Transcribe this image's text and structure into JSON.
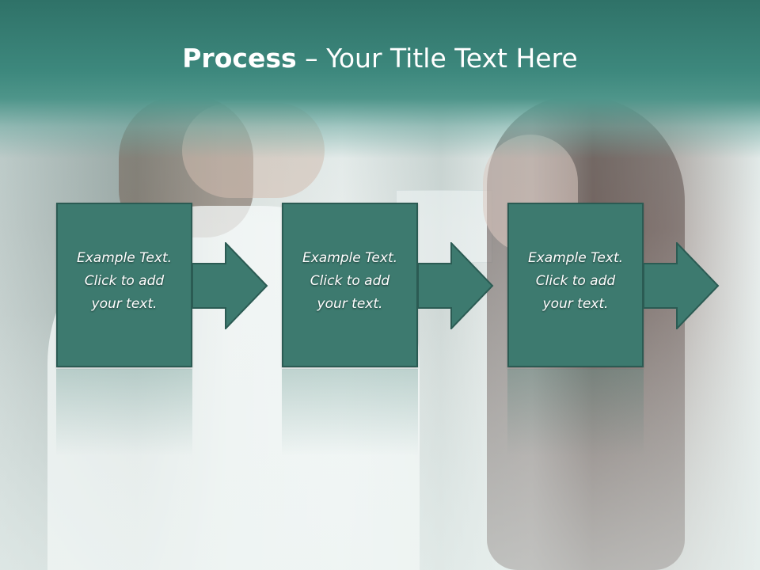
{
  "slide": {
    "title_bold": "Process",
    "title_rest": " – Your Title Text Here"
  },
  "steps": [
    {
      "text": "Example Text.\nClick  to add\nyour text."
    },
    {
      "text": "Example Text.\nClick  to add\nyour text."
    },
    {
      "text": "Example Text.\nClick  to add\nyour text."
    }
  ],
  "colors": {
    "title_band": "#3d887d",
    "box_fill": "#3d7a6f",
    "box_border": "#2b5b53",
    "text": "#ffffff"
  },
  "icons": {
    "arrow": "right-arrow-icon"
  }
}
